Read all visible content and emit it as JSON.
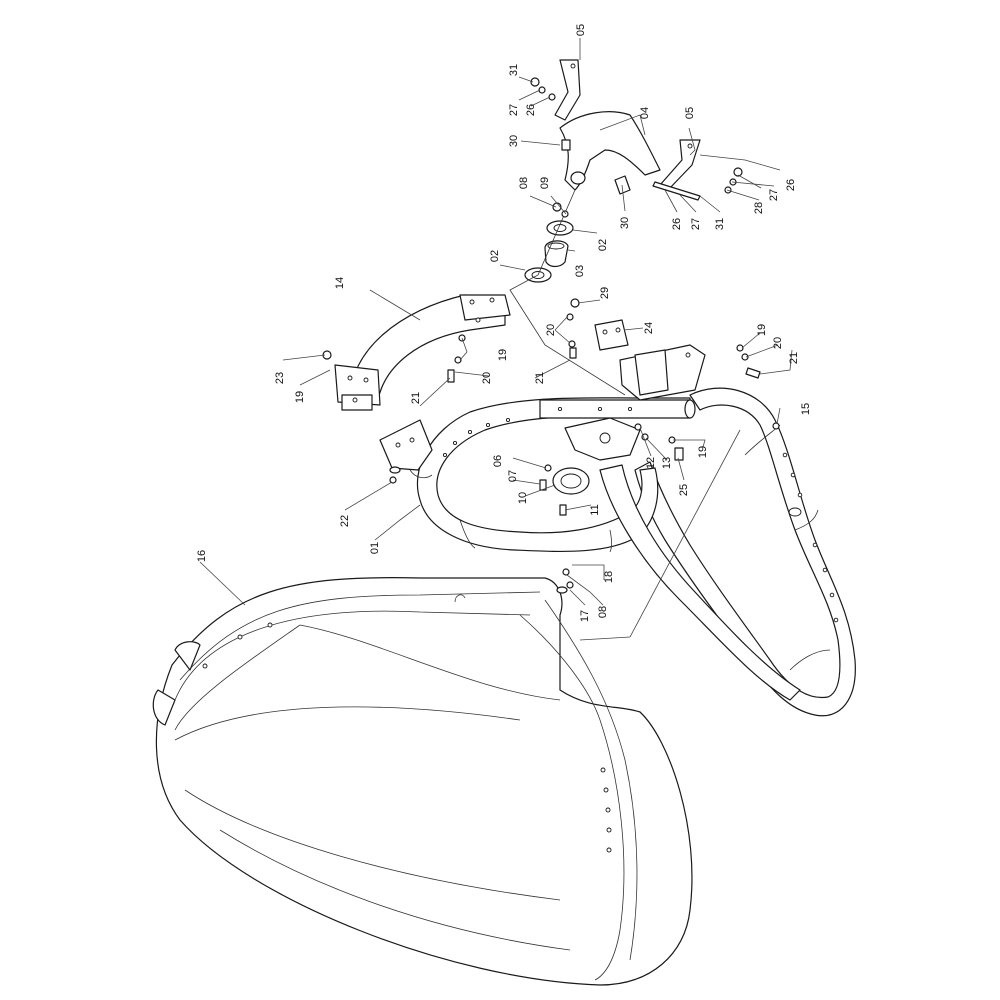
{
  "labels": {
    "c05a": "05",
    "c31a": "31",
    "c27a": "27",
    "c26a": "26",
    "c30a": "30",
    "c04": "04",
    "c05b": "05",
    "c26b": "26",
    "c27b": "27",
    "c28": "28",
    "c31b": "31",
    "c26c": "26",
    "c27c": "27",
    "c30b": "30",
    "c08a": "08",
    "c09": "09",
    "c02a": "02",
    "c03": "03",
    "c02b": "02",
    "c14": "14",
    "c29": "29",
    "c20a": "20",
    "c24": "24",
    "c19a": "19",
    "c20b": "20",
    "c21a": "21",
    "c23": "23",
    "c19b": "19",
    "c21b": "21",
    "c20c": "20",
    "c19c": "19",
    "c21c": "21",
    "c15": "15",
    "c06": "06",
    "c07": "07",
    "c10": "10",
    "c11": "11",
    "c12": "12",
    "c13": "13",
    "c25": "25",
    "c19d": "19",
    "c22": "22",
    "c01": "01",
    "c16": "16",
    "c18": "18",
    "c17": "17",
    "c08b": "08"
  }
}
